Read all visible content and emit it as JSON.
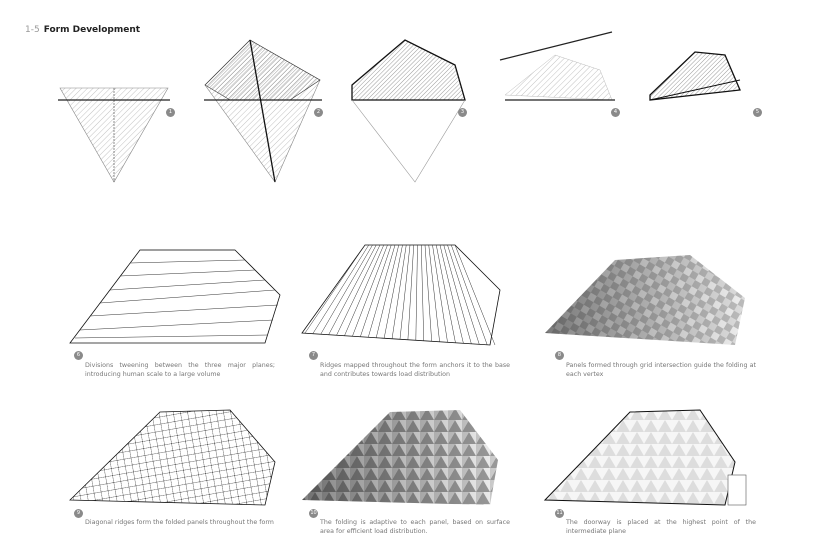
{
  "header": {
    "section_number": "1-5",
    "title": "Form Development"
  },
  "steps": [
    {
      "number": "1"
    },
    {
      "number": "2"
    },
    {
      "number": "3"
    },
    {
      "number": "4"
    },
    {
      "number": "5"
    }
  ],
  "panels": [
    {
      "number": "6",
      "caption": "Divisions tweening between the three major planes; introducing human scale to a large volume"
    },
    {
      "number": "7",
      "caption": "Ridges mapped throughout the form anchors it to the base and contributes towards load distribution"
    },
    {
      "number": "8",
      "caption": "Panels formed through grid intersection guide the folding at each vertex"
    },
    {
      "number": "9",
      "caption": "Diagonal ridges form the folded panels throughout the form"
    },
    {
      "number": "10",
      "caption": "The folding is adaptive to each panel, based on surface area for efficient load distribution."
    },
    {
      "number": "11",
      "caption": "The doorway is placed at the highest point of the intermediate plane"
    }
  ]
}
